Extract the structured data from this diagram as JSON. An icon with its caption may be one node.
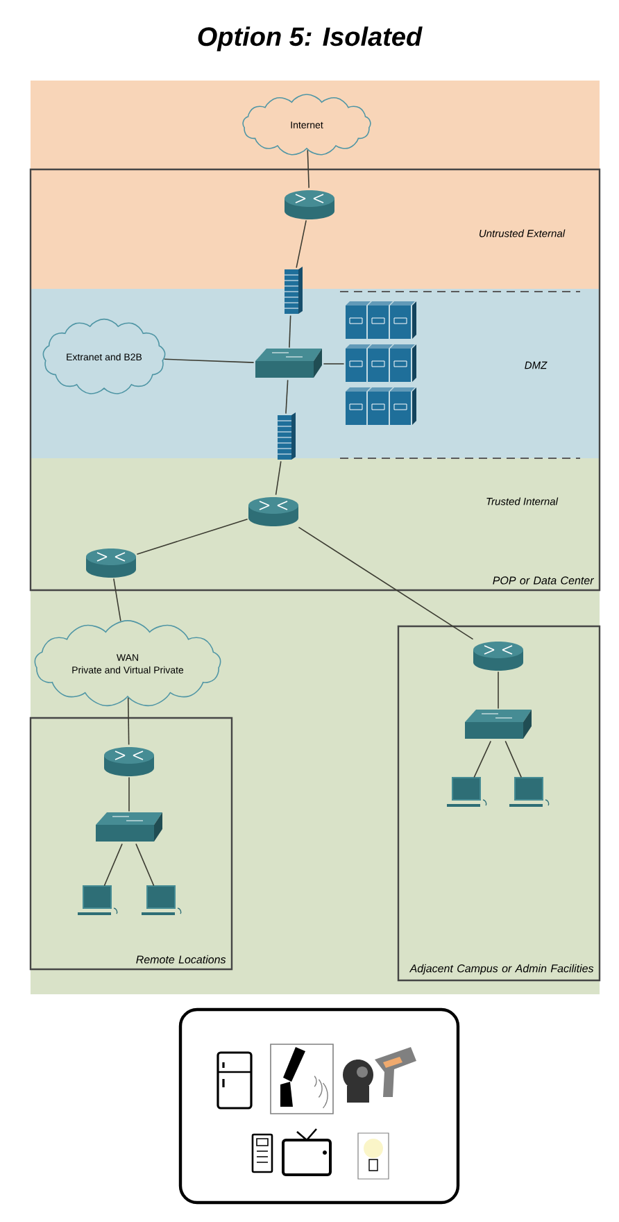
{
  "diagram": {
    "title": "Option 5: Isolated",
    "nodes": [
      {
        "text": [
          "Internet"
        ]
      },
      {
        "text": [
          "POP or Data Center"
        ]
      },
      {
        "text": [],
        "shape": "router",
        "in": 1
      },
      {
        "text": [],
        "shape": "firewall",
        "in": 1
      },
      {
        "text": [
          "Extranet and B2B"
        ],
        "in": 1
      },
      {
        "text": [],
        "shape": "switch",
        "in": 1
      },
      {
        "text": [],
        "shape": "server",
        "in": 1
      },
      {
        "text": [],
        "shape": "firewall",
        "in": 1
      },
      {
        "text": [],
        "shape": "router",
        "in": 1
      },
      {
        "text": [],
        "shape": "router",
        "in": 1
      },
      {
        "text": [
          "WAN",
          "Private and Virtual Private"
        ]
      },
      {
        "text": [
          "Remote Locations"
        ]
      },
      {
        "text": [],
        "shape": "router",
        "in": 11
      },
      {
        "text": [],
        "shape": "switch",
        "in": 11
      },
      {
        "text": [],
        "shape": "computer",
        "in": 11
      },
      {
        "text": [],
        "shape": "computer",
        "in": 11
      },
      {
        "text": [
          "Adjacent Campus or Admin Facilities"
        ]
      },
      {
        "text": [],
        "shape": "router",
        "in": 16
      },
      {
        "text": [],
        "shape": "switch",
        "in": 16
      },
      {
        "text": [],
        "shape": "computer",
        "in": 16
      },
      {
        "text": [],
        "shape": "computer",
        "in": 16
      }
    ],
    "edges": [
      {
        "from": 0,
        "to": 2,
        "arrow": "none"
      },
      {
        "from": 2,
        "to": 3,
        "arrow": "none"
      },
      {
        "from": 3,
        "to": 5,
        "arrow": "none"
      },
      {
        "from": 4,
        "to": 5,
        "arrow": "none"
      },
      {
        "from": 5,
        "to": 6,
        "arrow": "none"
      },
      {
        "from": 5,
        "to": 7,
        "arrow": "none"
      },
      {
        "from": 7,
        "to": 8,
        "arrow": "none"
      },
      {
        "from": 8,
        "to": 9,
        "arrow": "none"
      },
      {
        "from": 8,
        "to": 17,
        "arrow": "none"
      },
      {
        "from": 9,
        "to": 10,
        "arrow": "none"
      },
      {
        "from": 10,
        "to": 12,
        "arrow": "none"
      },
      {
        "from": 12,
        "to": 13,
        "arrow": "none"
      },
      {
        "from": 13,
        "to": 14,
        "arrow": "none"
      },
      {
        "from": 13,
        "to": 15,
        "arrow": "none"
      },
      {
        "from": 17,
        "to": 18,
        "arrow": "none"
      },
      {
        "from": 18,
        "to": 19,
        "arrow": "none"
      },
      {
        "from": 18,
        "to": 20,
        "arrow": "none"
      }
    ],
    "labels": [
      "Untrusted External",
      "DMZ",
      "Trusted Internal"
    ]
  }
}
